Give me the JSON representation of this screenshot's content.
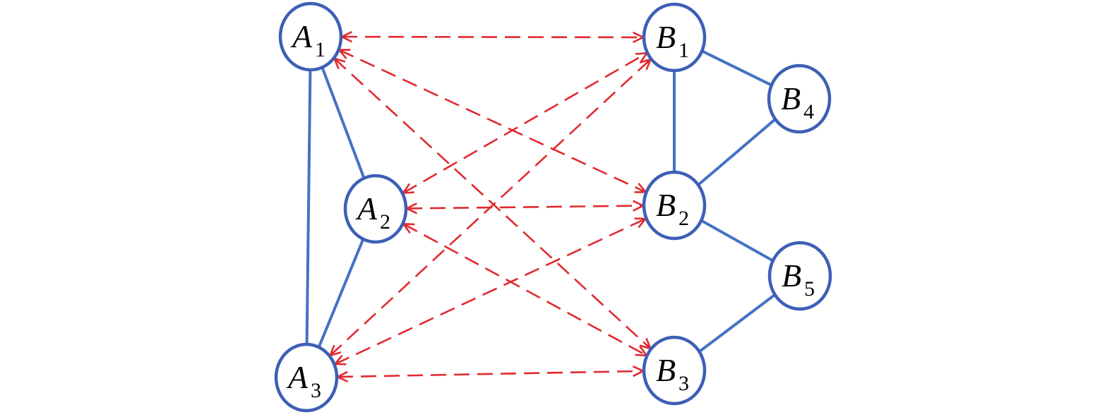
{
  "colors": {
    "solid_edge": "#4472C4",
    "dashed_edge": "#E02A2F",
    "node_stroke": "#3D5FB5",
    "background": "#FFFFFF"
  },
  "nodes": [
    {
      "id": "A1",
      "letter": "A",
      "sub": "1"
    },
    {
      "id": "A2",
      "letter": "A",
      "sub": "2"
    },
    {
      "id": "A3",
      "letter": "A",
      "sub": "3"
    },
    {
      "id": "B1",
      "letter": "B",
      "sub": "1"
    },
    {
      "id": "B2",
      "letter": "B",
      "sub": "2"
    },
    {
      "id": "B3",
      "letter": "B",
      "sub": "3"
    },
    {
      "id": "B4",
      "letter": "B",
      "sub": "4"
    },
    {
      "id": "B5",
      "letter": "B",
      "sub": "5"
    }
  ],
  "solid_edges": [
    [
      "A1",
      "A2"
    ],
    [
      "A1",
      "A3"
    ],
    [
      "A2",
      "A3"
    ],
    [
      "B1",
      "B2"
    ],
    [
      "B1",
      "B4"
    ],
    [
      "B2",
      "B4"
    ],
    [
      "B2",
      "B5"
    ],
    [
      "B3",
      "B5"
    ]
  ],
  "dashed_arrows_bidirectional": [
    [
      "A1",
      "B1"
    ],
    [
      "A1",
      "B2"
    ],
    [
      "A1",
      "B3"
    ],
    [
      "A2",
      "B1"
    ],
    [
      "A2",
      "B2"
    ],
    [
      "A2",
      "B3"
    ],
    [
      "A3",
      "B1"
    ],
    [
      "A3",
      "B2"
    ],
    [
      "A3",
      "B3"
    ]
  ]
}
